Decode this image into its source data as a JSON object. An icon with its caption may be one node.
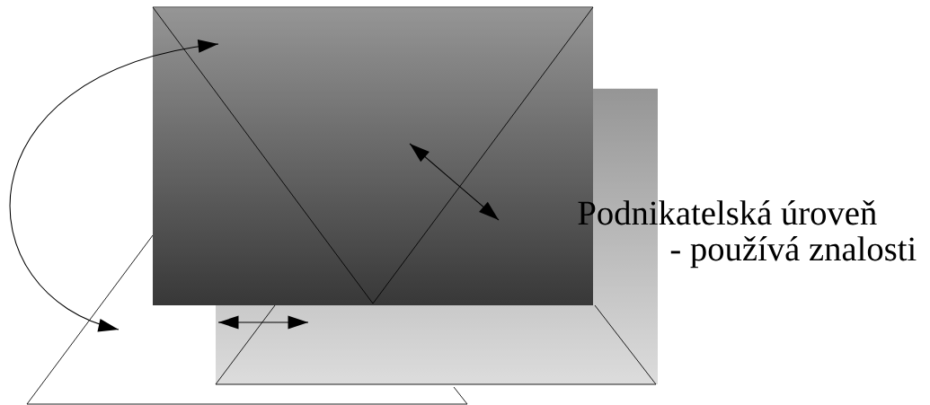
{
  "diagram": {
    "nodes": [
      {
        "text": [],
        "shape": "triangle"
      },
      {
        "text": [],
        "shape": "box"
      },
      {
        "text": [],
        "shape": "triangle"
      }
    ],
    "edges": [
      {
        "from": 2,
        "to": 0,
        "arrow": "both"
      },
      {
        "from": 0,
        "to": null,
        "arrow": "both"
      },
      {
        "from": 2,
        "to": 1,
        "arrow": "both"
      }
    ],
    "labels": [
      "Podnikatelská úroveň",
      "- používá znalosti"
    ]
  }
}
